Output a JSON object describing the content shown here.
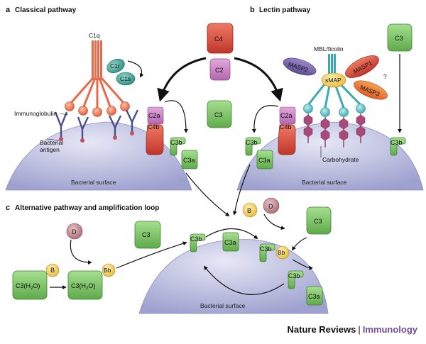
{
  "panels": {
    "a": {
      "letter": "a",
      "title": "Classical pathway"
    },
    "b": {
      "letter": "b",
      "title": "Lectin pathway"
    },
    "c": {
      "letter": "c",
      "title": "Alternative pathway and amplification loop"
    }
  },
  "labels": {
    "c1q": "C1q",
    "c1r": "C1r",
    "c1s": "C1s",
    "immunoglobulin": "Immunoglobulin",
    "bacterial_antigen_1": "Bacterial",
    "bacterial_antigen_2": "antigen",
    "bacterial_surface": "Bacterial surface",
    "mbl_ficolin": "MBL/ficolin",
    "masp1": "MASP1",
    "masp2": "MASP2",
    "masp3": "MASP3",
    "smap": "sMAP",
    "question": "?",
    "carbohydrate": "Carbohydrate"
  },
  "proteins": {
    "c4": "C4",
    "c2": "C2",
    "c3": "C3",
    "c2a": "C2a",
    "c4b": "C4b",
    "c3b": "C3b",
    "c3a": "C3a",
    "d": "D",
    "b": "B",
    "bb": "Bb",
    "c3h2o_prefix": "C3(H",
    "c3h2o_sub": "2",
    "c3h2o_suffix": "O)"
  },
  "colors": {
    "green": "#7cc466",
    "red": "#d9493a",
    "pink": "#c77fc0",
    "yellow": "#f4cc55",
    "mauve": "#b97b86",
    "teal": "#3f9f93",
    "surface": "#bfc1e0",
    "c1q": "#e87a5a"
  },
  "footer": {
    "journal": "Nature Reviews",
    "separator": "|",
    "section": "Immunology"
  }
}
